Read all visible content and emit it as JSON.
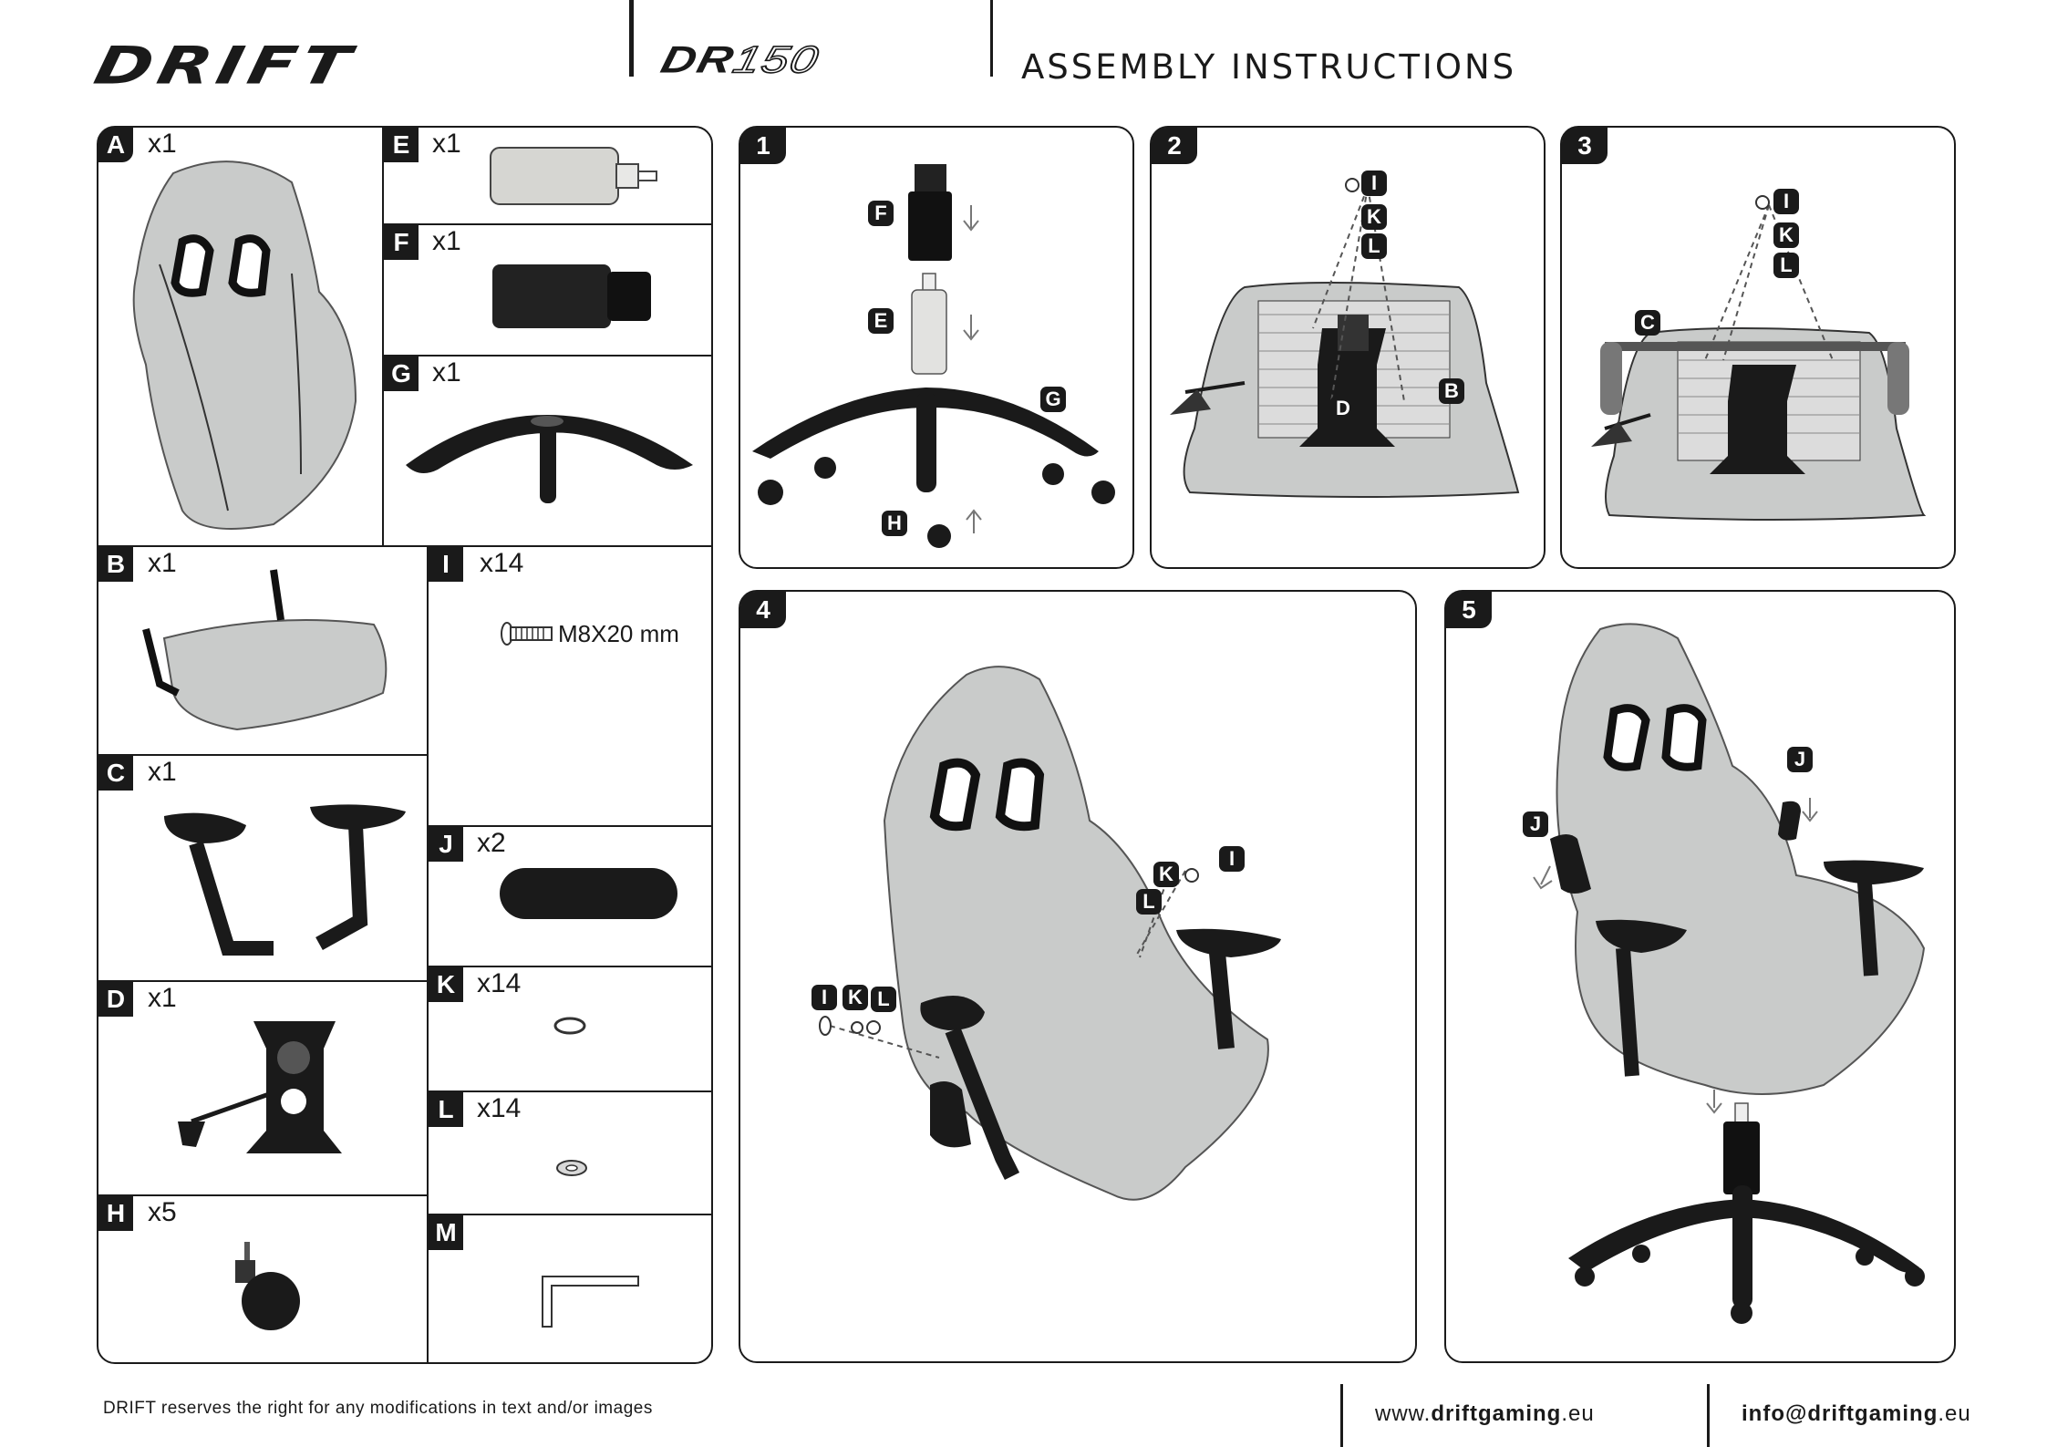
{
  "header": {
    "brand": "DRIFT",
    "model_prefix": "DR",
    "model_number": "150",
    "title": "ASSEMBLY INSTRUCTIONS"
  },
  "parts": [
    {
      "letter": "A",
      "qty": "x1"
    },
    {
      "letter": "E",
      "qty": "x1"
    },
    {
      "letter": "F",
      "qty": "x1"
    },
    {
      "letter": "G",
      "qty": "x1"
    },
    {
      "letter": "B",
      "qty": "x1"
    },
    {
      "letter": "I",
      "qty": "x14",
      "spec": "M8X20 mm"
    },
    {
      "letter": "C",
      "qty": "x1"
    },
    {
      "letter": "J",
      "qty": "x2"
    },
    {
      "letter": "D",
      "qty": "x1"
    },
    {
      "letter": "K",
      "qty": "x14"
    },
    {
      "letter": "L",
      "qty": "x14"
    },
    {
      "letter": "H",
      "qty": "x5"
    },
    {
      "letter": "M",
      "qty": ""
    }
  ],
  "steps": [
    "1",
    "2",
    "3",
    "4",
    "5"
  ],
  "callouts": {
    "step1": [
      "F",
      "E",
      "G",
      "H"
    ],
    "step2": [
      "I",
      "K",
      "L",
      "B",
      "D"
    ],
    "step3": [
      "I",
      "K",
      "L",
      "C"
    ],
    "step4": [
      "K",
      "I",
      "L",
      "I",
      "K",
      "L"
    ],
    "step5": [
      "J",
      "J"
    ]
  },
  "footer": {
    "disclaimer": "DRIFT reserves the right for any modifications in text and/or images",
    "website_pre": "www.",
    "website_bold": "driftgaming",
    "website_post": ".eu",
    "email_bold": "info@driftgaming",
    "email_post": ".eu"
  }
}
